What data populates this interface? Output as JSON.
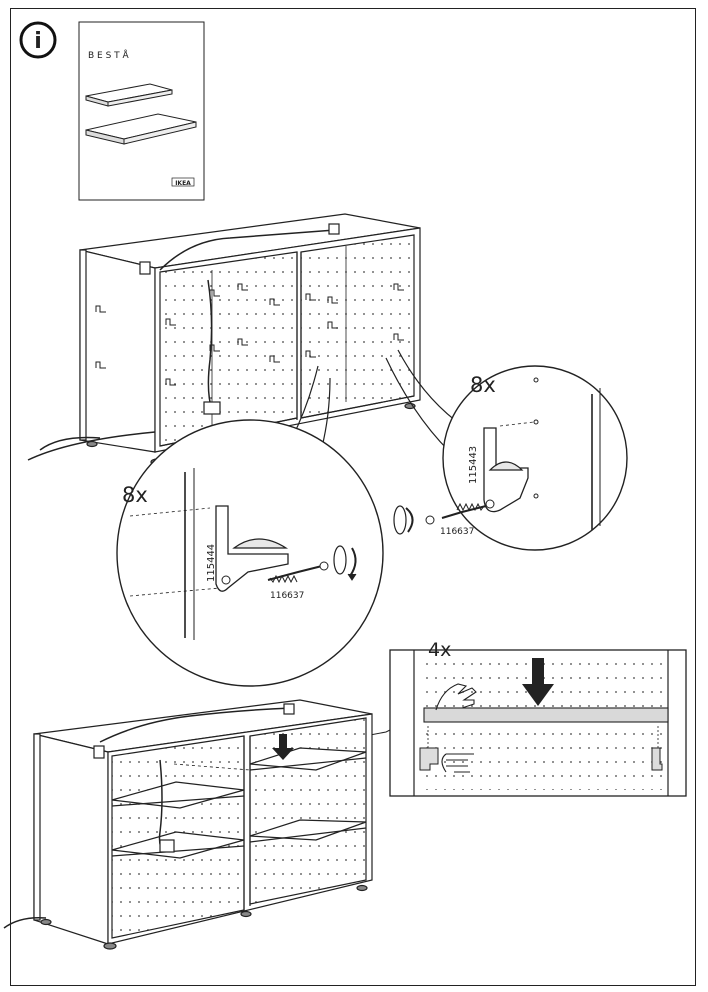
{
  "info_icon": {
    "glyph": "i",
    "name": "info-icon"
  },
  "booklet": {
    "brand_text": "B E S T Å",
    "logo_text": "IKEA"
  },
  "callout_left": {
    "qty": "8x",
    "bracket_part": "115444",
    "screw_part": "116637"
  },
  "callout_right": {
    "qty": "8x",
    "bracket_part": "115443",
    "screw_part": "116637"
  },
  "shelf_detail": {
    "qty": "4x"
  },
  "colors": {
    "line": "#222222",
    "shade": "#d9d9d9",
    "fill": "#ffffff"
  }
}
